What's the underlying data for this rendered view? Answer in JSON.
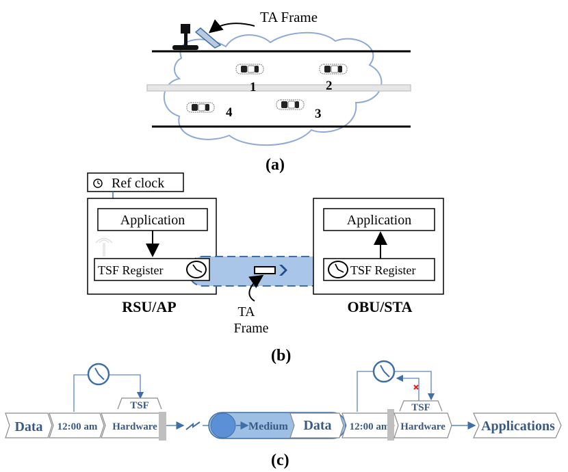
{
  "panel_a": {
    "ta_frame_label": "TA Frame",
    "car_numbers": [
      "1",
      "2",
      "3",
      "4"
    ],
    "caption": "(a)"
  },
  "panel_b": {
    "ref_clock_label": "Ref clock",
    "left_node": {
      "app_label": "Application",
      "register_label": "TSF Register",
      "node_label": "RSU/AP"
    },
    "right_node": {
      "app_label": "Application",
      "register_label": "TSF Register",
      "node_label": "OBU/STA"
    },
    "ta_frame_line1": "TA",
    "ta_frame_line2": "Frame",
    "caption": "(b)"
  },
  "panel_c": {
    "left": {
      "data_label": "Data",
      "time_label": "12:00 am",
      "hardware_label": "Hardware",
      "tsf_label": "TSF"
    },
    "medium_label": "Medium",
    "right": {
      "data_label": "Data",
      "time_label": "12:00 am",
      "hardware_label": "Hardware",
      "tsf_label": "TSF"
    },
    "applications_label": "Applications",
    "caption": "(c)"
  },
  "colors": {
    "line": "#000000",
    "accent_blue": "#3f6fa6",
    "light_blue": "#a9c6e8",
    "medium_blue": "#9dbfe4",
    "cloud": "#8fa9d6",
    "road_gray": "#c8c8c8",
    "error_red": "#e0201c"
  }
}
